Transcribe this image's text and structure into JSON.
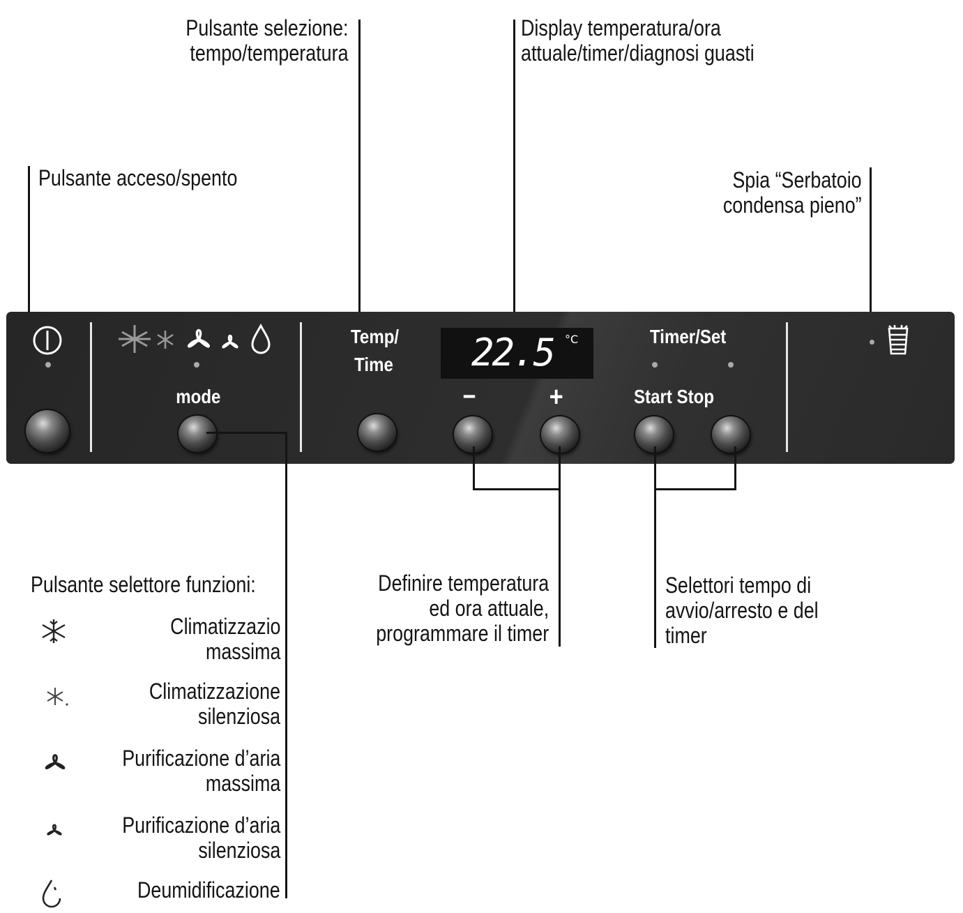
{
  "callouts": {
    "temp_time_button": [
      "Pulsante selezione:",
      "tempo/temperatura"
    ],
    "display": [
      "Display temperatura/ora",
      "attuale/timer/diagnosi guasti"
    ],
    "power_button": [
      "Pulsante acceso/spento"
    ],
    "tank_full": [
      "Spia “Serbatoio",
      "condensa pieno”"
    ],
    "set_temp": [
      "Definire temperatura",
      "ed ora attuale,",
      "programmare il timer"
    ],
    "timer_selectors": [
      "Selettori tempo di",
      "avvio/arresto e del",
      "timer"
    ]
  },
  "panel": {
    "mode_label": "mode",
    "temp_label_1": "Temp/",
    "temp_label_2": "Time",
    "minus_label": "−",
    "plus_label": "+",
    "timer_set_label": "Timer/Set",
    "start_stop_label": "Start Stop",
    "display_value": "22.5",
    "display_unit": "°C"
  },
  "functions": {
    "heading": "Pulsante selettore funzioni:",
    "items": [
      {
        "icon": "snowflake-large-icon",
        "lines": [
          "Climatizzazio",
          "massima"
        ]
      },
      {
        "icon": "snowflake-small-icon",
        "lines": [
          "Climatizzazione",
          "silenziosa"
        ]
      },
      {
        "icon": "fan-large-icon",
        "lines": [
          "Purificazione d’aria",
          "massima"
        ]
      },
      {
        "icon": "fan-small-icon",
        "lines": [
          "Purificazione d’aria",
          "silenziosa"
        ]
      },
      {
        "icon": "droplet-icon",
        "lines": [
          "Deumidificazione"
        ]
      }
    ]
  },
  "colors": {
    "panel": "#2b2b2b",
    "panel_text": "#ffffff",
    "display_bg": "#111111",
    "display_digits": "#ffffff"
  }
}
